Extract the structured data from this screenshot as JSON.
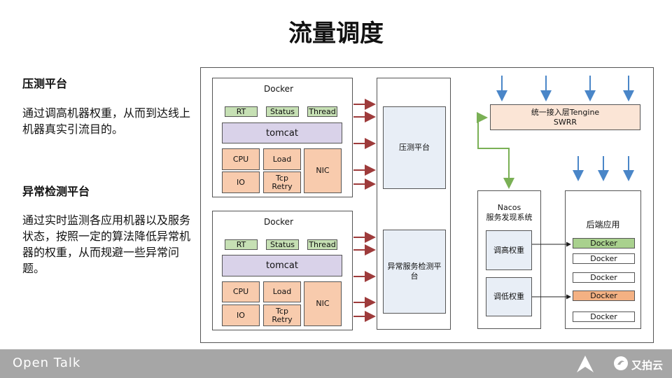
{
  "title": "流量调度",
  "left": {
    "section1_heading": "压测平台",
    "section1_text": "通过调高机器权重，从而到达线上机器真实引流目的。",
    "section2_heading": "异常检测平台",
    "section2_text": "通过实时监测各应用机器以及服务状态，按照一定的算法降低异常机器的权重，从而规避一些异常问题。"
  },
  "docker1": {
    "label": "Docker",
    "metrics": [
      "RT",
      "Status",
      "Thread"
    ],
    "tomcat": "tomcat",
    "cpu": "CPU",
    "load": "Load",
    "nic": "NIC",
    "io": "IO",
    "tcp": "Tcp Retry"
  },
  "docker2": {
    "label": "Docker",
    "metrics": [
      "RT",
      "Status",
      "Thread"
    ],
    "tomcat": "tomcat",
    "cpu": "CPU",
    "load": "Load",
    "nic": "NIC",
    "io": "IO",
    "tcp": "Tcp Retry"
  },
  "platform": {
    "stress": "压测平台",
    "anomaly": "异常服务检测平台"
  },
  "gateway": {
    "line1": "统一接入层Tengine",
    "line2": "SWRR"
  },
  "nacos": {
    "line1": "Nacos",
    "line2": "服务发现系统",
    "raise": "调高权重",
    "lower": "调低权重"
  },
  "backend": {
    "title": "后端应用",
    "items": [
      "Docker",
      "Docker",
      "Docker",
      "Docker",
      "Docker"
    ],
    "highlight": {
      "0": "#a9d18e",
      "3": "#f4b183"
    }
  },
  "footer": {
    "brand": "Open Talk",
    "cloud": "又拍云"
  },
  "colors": {
    "arrow_red": "#9e3b3b",
    "arrow_blue": "#4a86c8",
    "arrow_green": "#7ab055"
  }
}
